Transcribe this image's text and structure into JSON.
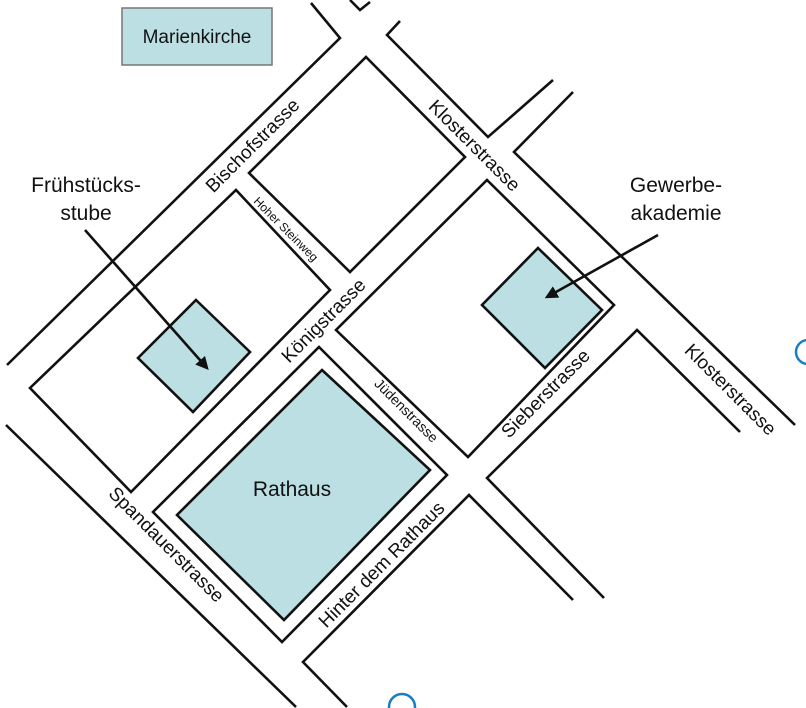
{
  "colors": {
    "building_fill": "#bcdfe3",
    "line": "#111111",
    "marker": "#1a7fc1"
  },
  "buildings": {
    "marienkirche": "Marienkirche",
    "rathaus": "Rathaus",
    "fruehstueck": [
      "Frühstücks-",
      "stube"
    ],
    "gewerbe": [
      "Gewerbe-",
      "akademie"
    ]
  },
  "streets": {
    "bischof": "Bischofstrasse",
    "hoher_steinweg": "Hoher Steinweg",
    "kloster_upper": "Klosterstrasse",
    "kloster_lower": "Klosterstrasse",
    "koenig": "Königstrasse",
    "jueden": "Jüdenstrasse",
    "sieber": "Sieberstrasse",
    "spandauer": "Spandauerstrasse",
    "hinter_rathaus": "Hinter dem Rathaus"
  }
}
